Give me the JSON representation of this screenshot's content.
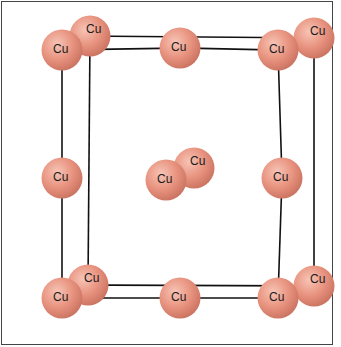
{
  "diagram": {
    "nodes": [
      {
        "text": [
          "Cu"
        ]
      },
      {
        "text": [
          "Cu"
        ]
      },
      {
        "text": [
          "Cu"
        ]
      },
      {
        "text": [
          "Cu"
        ]
      },
      {
        "text": [
          "Cu"
        ]
      },
      {
        "text": [
          "Cu"
        ]
      },
      {
        "text": [
          "Cu"
        ]
      },
      {
        "text": [
          "Cu"
        ]
      },
      {
        "text": [
          "Cu"
        ]
      },
      {
        "text": [
          "Cu"
        ]
      },
      {
        "text": [
          "Cu"
        ]
      },
      {
        "text": [
          "Cu"
        ]
      },
      {
        "text": [
          "Cu"
        ]
      },
      {
        "text": [
          "Cu"
        ]
      }
    ],
    "edges": [
      {
        "from": 0,
        "to": 2,
        "arrow": "none"
      },
      {
        "from": 2,
        "to": 3,
        "arrow": "none"
      },
      {
        "from": 3,
        "to": 8,
        "arrow": "none"
      },
      {
        "from": 8,
        "to": 12,
        "arrow": "none"
      },
      {
        "from": 12,
        "to": 11,
        "arrow": "none"
      },
      {
        "from": 11,
        "to": 9,
        "arrow": "none"
      },
      {
        "from": 9,
        "to": 5,
        "arrow": "none"
      },
      {
        "from": 5,
        "to": 0,
        "arrow": "none"
      },
      {
        "from": 1,
        "to": 4,
        "arrow": "none"
      },
      {
        "from": 4,
        "to": 13,
        "arrow": "none"
      },
      {
        "from": 13,
        "to": 10,
        "arrow": "none"
      },
      {
        "from": 10,
        "to": 1,
        "arrow": "none"
      }
    ]
  }
}
